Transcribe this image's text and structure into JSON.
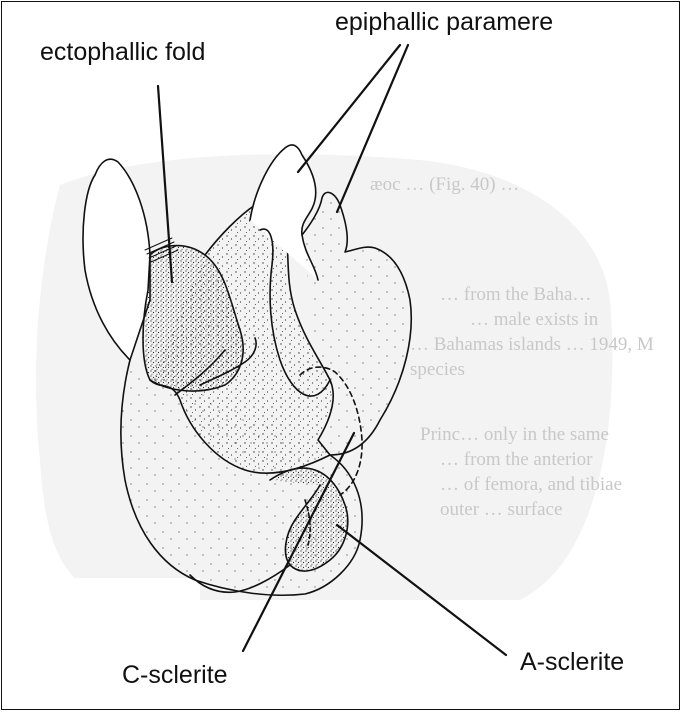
{
  "figure": {
    "labels": {
      "ectophallic_fold": "ectophallic fold",
      "epiphallic_paramere": "epiphallic paramere",
      "c_sclerite": "C-sclerite",
      "a_sclerite": "A-sclerite"
    },
    "background_text": [
      "æoc … (Fig. 40) …",
      "… from the Baha…",
      "… male exists in",
      "… Bahamas islands … 1949, M",
      "species",
      "Princ… only in the same",
      "… from the anterior",
      "… of femora, and tibiae",
      "outer … surface"
    ],
    "colors": {
      "ink": "#111111",
      "ghost_text": "#c8c8c8",
      "stipple": "#333333"
    }
  }
}
